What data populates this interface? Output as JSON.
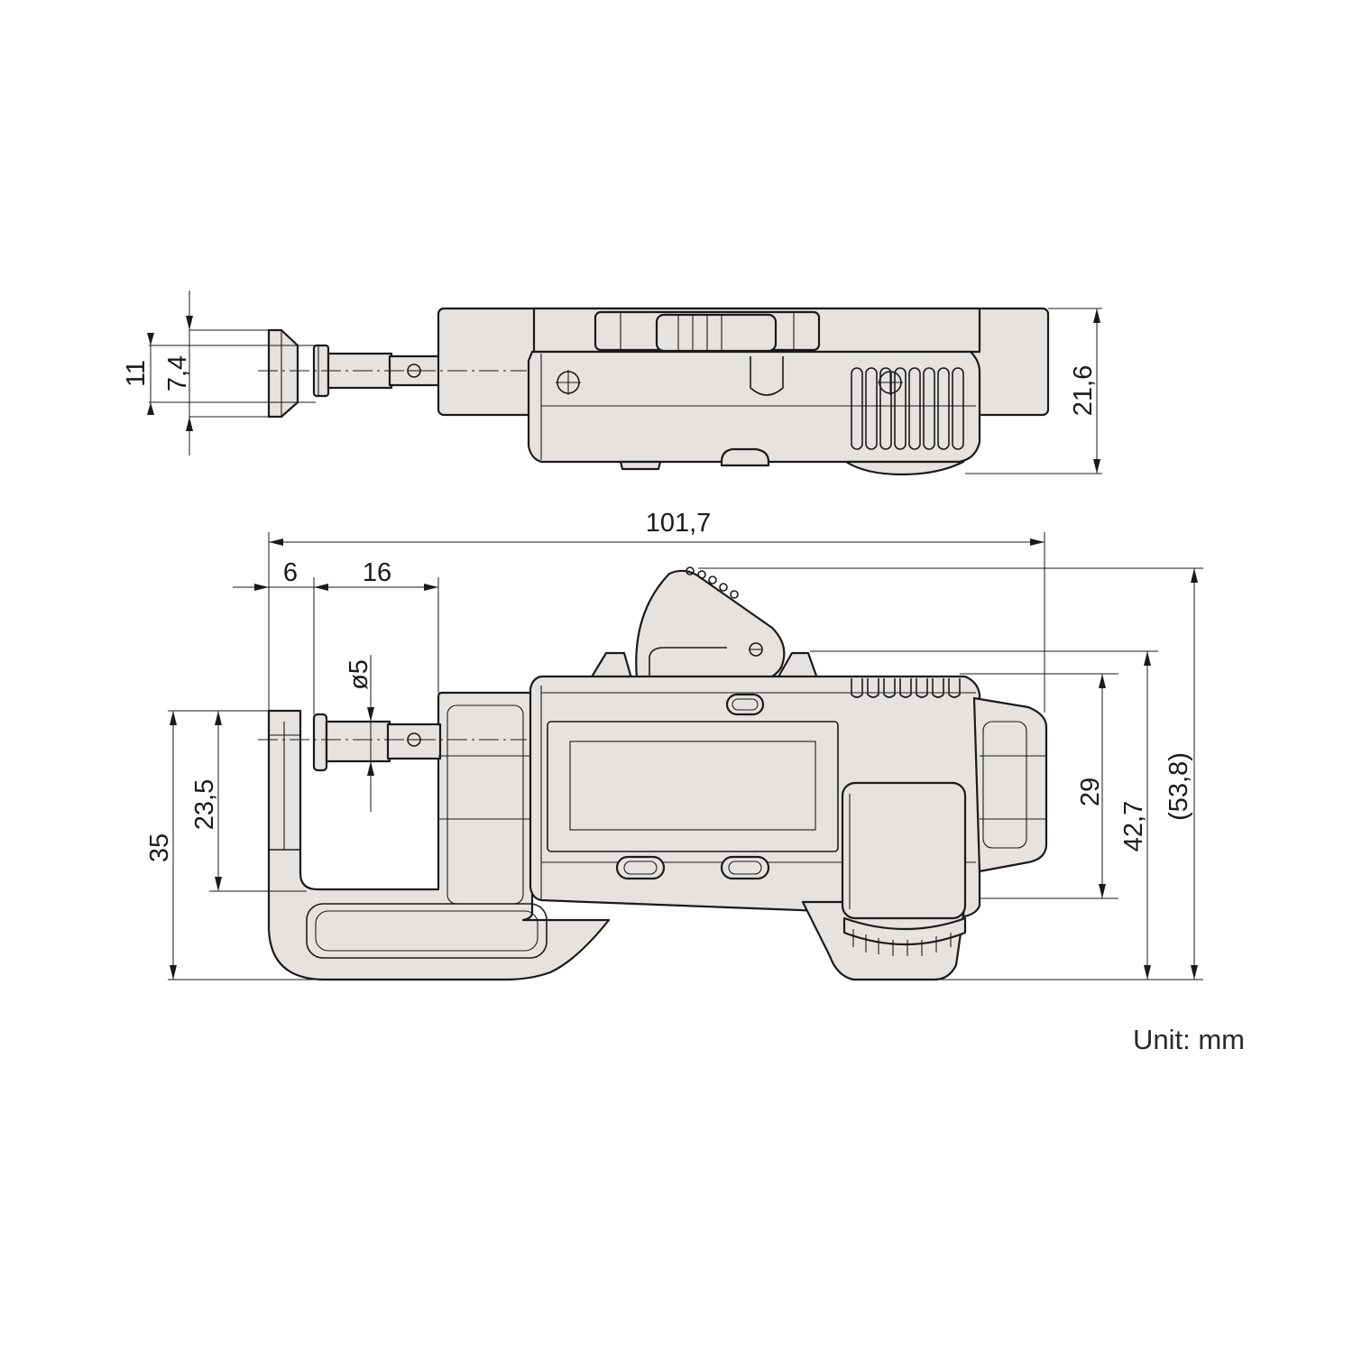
{
  "top_view": {
    "dim_11": "11",
    "dim_7_4": "7,4",
    "dim_21_6": "21,6"
  },
  "front_view": {
    "dim_101_7": "101,7",
    "dim_6": "6",
    "dim_16": "16",
    "dim_dia5": "ø5",
    "dim_35": "35",
    "dim_23_5": "23,5",
    "dim_29": "29",
    "dim_42_7": "42,7",
    "dim_53_8": "(53,8)"
  },
  "unit_label": "Unit: mm",
  "colors": {
    "body_fill": "#e6e2e0",
    "line": "#1a1a1a",
    "background": "#ffffff"
  }
}
